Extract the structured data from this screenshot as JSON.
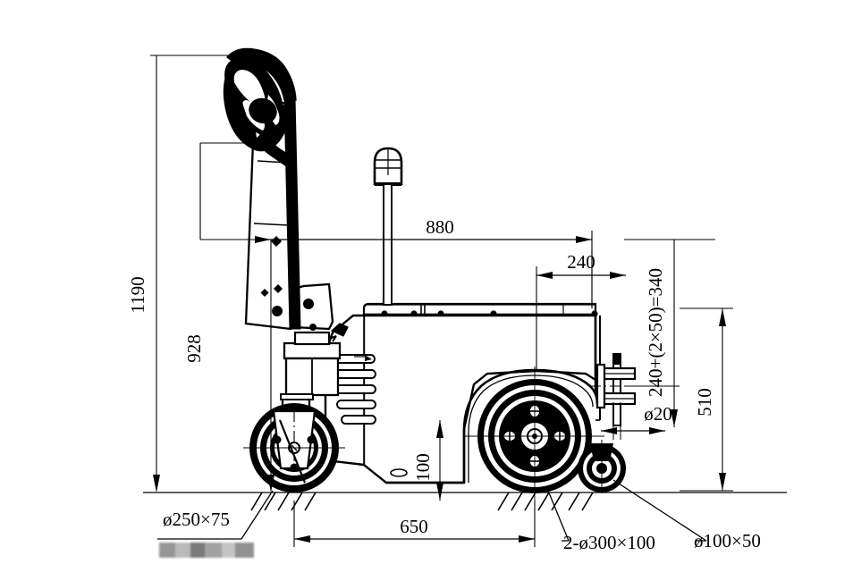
{
  "drawing": {
    "type": "engineering-side-view",
    "subject": "electric tow tractor / tug",
    "units": "mm",
    "line_color": "#000000",
    "background": "#ffffff"
  },
  "dimensions": {
    "overall_height": "1190",
    "tiller_height": "928",
    "body_length": "880",
    "rear_offset": "240",
    "hitch_height_calc": "240+(2×50)=340",
    "rear_total_height": "510",
    "wheelbase": "650",
    "ground_clearance": "100",
    "hitch_pin_dia": "ø20"
  },
  "callouts": {
    "front_caster": "ø250×75",
    "drive_wheels": "2-ø300×100",
    "rear_caster": "ø100×50"
  },
  "parts": {
    "tiller_head": "tiller-handle-head",
    "tiller_arm": "tiller-arm",
    "beacon": "beacon-light",
    "body": "machine-body",
    "vents": "ventilation-slots",
    "drive_wheel": "drive-wheel",
    "front_wheel": "front-caster-wheel",
    "rear_wheel": "rear-caster-wheel",
    "hitch": "tow-hitch-coupling",
    "ground": "ground-line"
  }
}
